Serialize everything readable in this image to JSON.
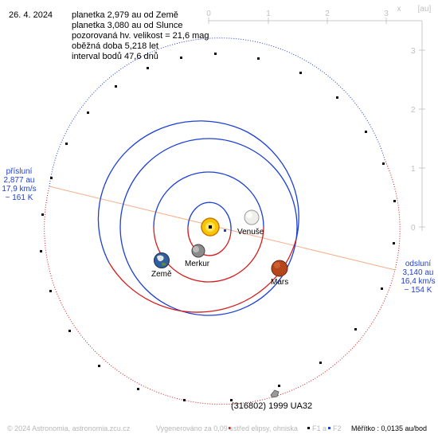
{
  "date": "26. 4. 2024",
  "info_lines": [
    "planetka 2,979 au od Země",
    "planetka 3,080 au od Slunce",
    "pozorovaná hv. velikost = 21,6 mag",
    "oběžná doba 5,218 let",
    "interval bodů 47,6 dnů"
  ],
  "axis": {
    "x_label": "x",
    "unit_label": "[au]",
    "x_ticks": [
      "0",
      "1",
      "2",
      "3"
    ],
    "y_ticks": [
      "3",
      "2",
      "1",
      "0"
    ]
  },
  "perihelion": {
    "title": "přísluní",
    "distance": "2,877 au",
    "speed": "17,9 km/s",
    "temp": "~ 161 K"
  },
  "aphelion": {
    "title": "odsluní",
    "distance": "3,140 au",
    "speed": "16,4 km/s",
    "temp": "~ 154 K"
  },
  "bodies": {
    "earth": "Země",
    "mercury": "Merkur",
    "venus": "Venuše",
    "mars": "Mars",
    "asteroid": "(316802) 1999 UA32"
  },
  "footer": {
    "copyright": "© 2024 Astronomia, astronomia.zcu.cz",
    "generated": "Vygenerováno za 0,09 s",
    "legend_center": "střed elipsy, ohniska",
    "legend_f1": "F1 a",
    "legend_f2": "F2",
    "scale": "Měřítko : 0,0135 au/bod"
  },
  "colors": {
    "orbit_above": "#1c3fd6",
    "orbit_below": "#d61c1c",
    "apsis_line": "#f4b08a",
    "axis_gray": "#c8c8c8",
    "side_label": "#1f3fd6",
    "sun": "#f7c600",
    "mars": "#b5461b"
  }
}
